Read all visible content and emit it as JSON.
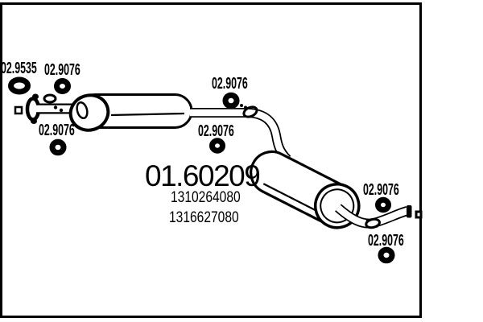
{
  "page": {
    "background_color": "#ffffff",
    "line_color": "#000000"
  },
  "diagram": {
    "main_part_number": "01.60209",
    "oe_numbers": [
      "1310264080",
      "1316627080"
    ],
    "component_labels": [
      {
        "text": "02.9535"
      },
      {
        "text": "02.9076"
      },
      {
        "text": "02.9076"
      },
      {
        "text": "02.9076"
      },
      {
        "text": "02.9076"
      },
      {
        "text": "02.9076"
      },
      {
        "text": "02.9076"
      }
    ]
  }
}
